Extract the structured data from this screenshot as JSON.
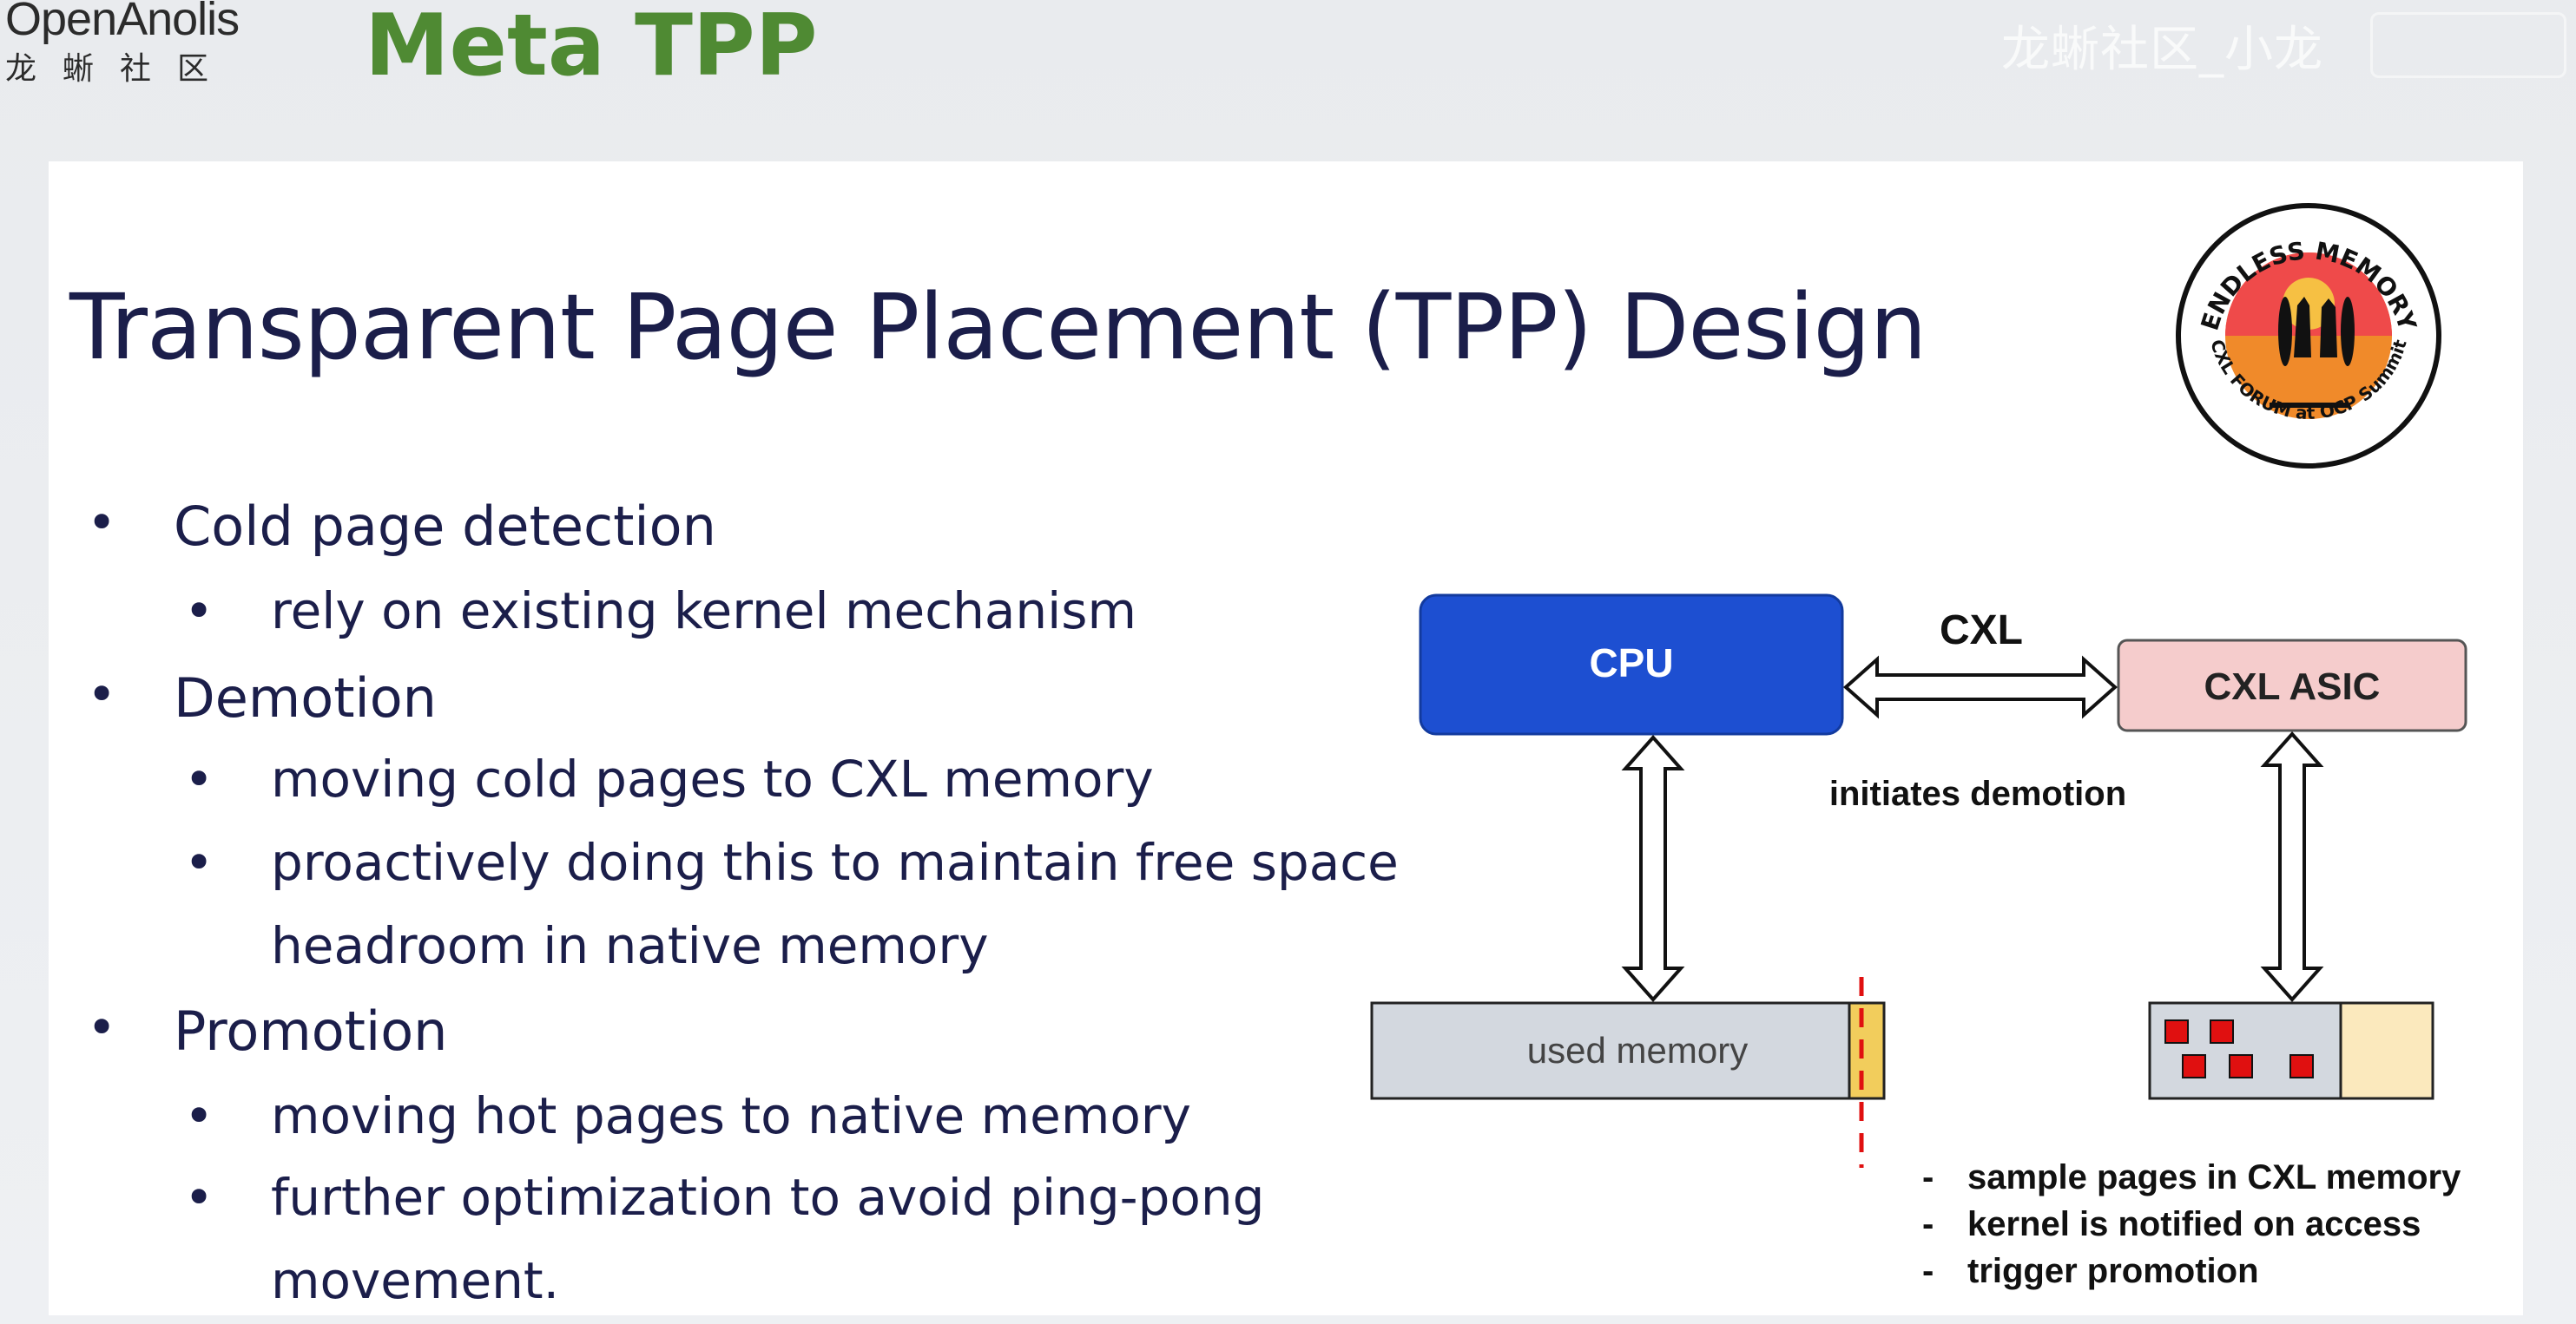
{
  "header": {
    "logo_text": "OpenAnolis",
    "logo_subtext": "龙蜥社区",
    "title": "Meta TPP",
    "watermark": "龙蜥社区_小龙"
  },
  "slide": {
    "title": "Transparent Page Placement (TPP) Design",
    "bullets": [
      {
        "level": 1,
        "text": "Cold page detection"
      },
      {
        "level": 2,
        "text": "rely on existing kernel mechanism"
      },
      {
        "level": 1,
        "text": "Demotion"
      },
      {
        "level": 2,
        "text": "moving cold pages to CXL memory"
      },
      {
        "level": 2,
        "text": "proactively doing this to maintain free space"
      },
      {
        "level": 2,
        "text": "headroom in native memory",
        "continuation": true
      },
      {
        "level": 1,
        "text": "Promotion"
      },
      {
        "level": 2,
        "text": "moving hot pages to native memory"
      },
      {
        "level": 2,
        "text": "further optimization to avoid ping-pong"
      },
      {
        "level": 2,
        "text": "movement.",
        "continuation": true
      }
    ],
    "badge": {
      "top_text": "ENDLESS MEMORY",
      "bottom_text": "CXL FORUM at OCP Summit"
    }
  },
  "diagram": {
    "cpu_label": "CPU",
    "link_label": "CXL",
    "asic_label": "CXL ASIC",
    "native_memory_label": "used memory",
    "demotion_label": "initiates demotion",
    "notes": [
      "sample pages in CXL memory",
      "kernel is notified on access",
      "trigger promotion"
    ],
    "note_marker": "-",
    "colors": {
      "cpu_fill": "#1d4fd1",
      "asic_fill": "#f5cccc",
      "memory_fill": "#d3d8df",
      "free_fill": "#f2cd5c",
      "cxl_free_fill": "#fbe9bd",
      "page_red": "#e01010",
      "threshold_red": "#e01010"
    }
  }
}
